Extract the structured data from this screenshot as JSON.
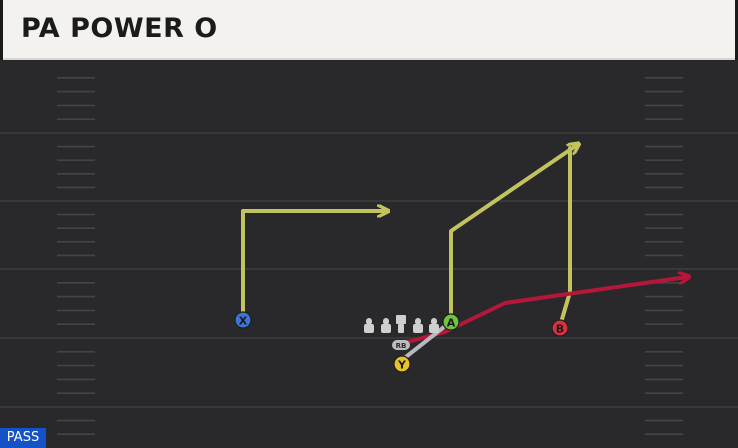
{
  "header": {
    "title": "PA POWER O"
  },
  "footer": {
    "play_type": "PASS"
  },
  "colors": {
    "field": "#29292b",
    "yard_line": "#3a3a3d",
    "hash": "#47474a",
    "route_primary": "#c2c25f",
    "route_highlight": "#b5173b",
    "route_block": "#b9b9bd",
    "pass_badge": "#1452c8",
    "receiver_x": "#3d74d6",
    "receiver_a": "#6fc63e",
    "receiver_b": "#d6333f",
    "receiver_y": "#e9c22a",
    "lineman": "#d0d0d0"
  },
  "players": [
    {
      "id": "X",
      "label": "X",
      "role": "receiver"
    },
    {
      "id": "A",
      "label": "A",
      "role": "receiver"
    },
    {
      "id": "B",
      "label": "B",
      "role": "receiver"
    },
    {
      "id": "Y",
      "label": "Y",
      "role": "receiver"
    },
    {
      "id": "RB",
      "label": "RB",
      "role": "running back"
    }
  ],
  "offensive_line": {
    "count": 5,
    "center_index": 2
  }
}
